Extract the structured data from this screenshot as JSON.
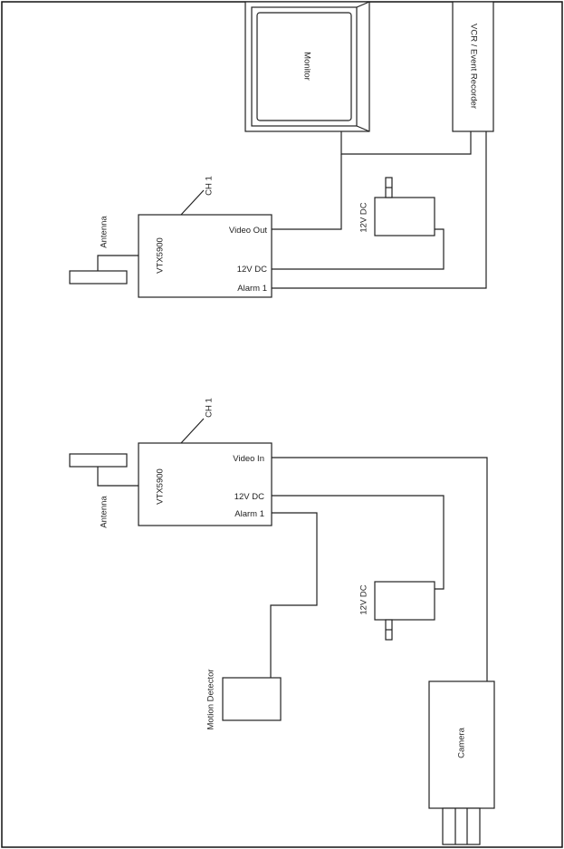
{
  "top": {
    "unit_model": "VTX5900",
    "unit_ports": {
      "video": "Video Out",
      "power": "12V DC",
      "alarm": "Alarm 1"
    },
    "antenna": "Antenna",
    "unit_tag": "CH 1",
    "power_supply": "12V DC",
    "monitor": "Monitor",
    "recorder": "VCR / Event Recorder"
  },
  "bottom": {
    "unit_model": "VTX5900",
    "unit_ports": {
      "video": "Video In",
      "power": "12V DC",
      "alarm": "Alarm 1"
    },
    "antenna": "Antenna",
    "unit_tag": "CH 1",
    "power_supply": "12V DC",
    "motion_detector": "Motion Detector",
    "camera": "Camera"
  }
}
